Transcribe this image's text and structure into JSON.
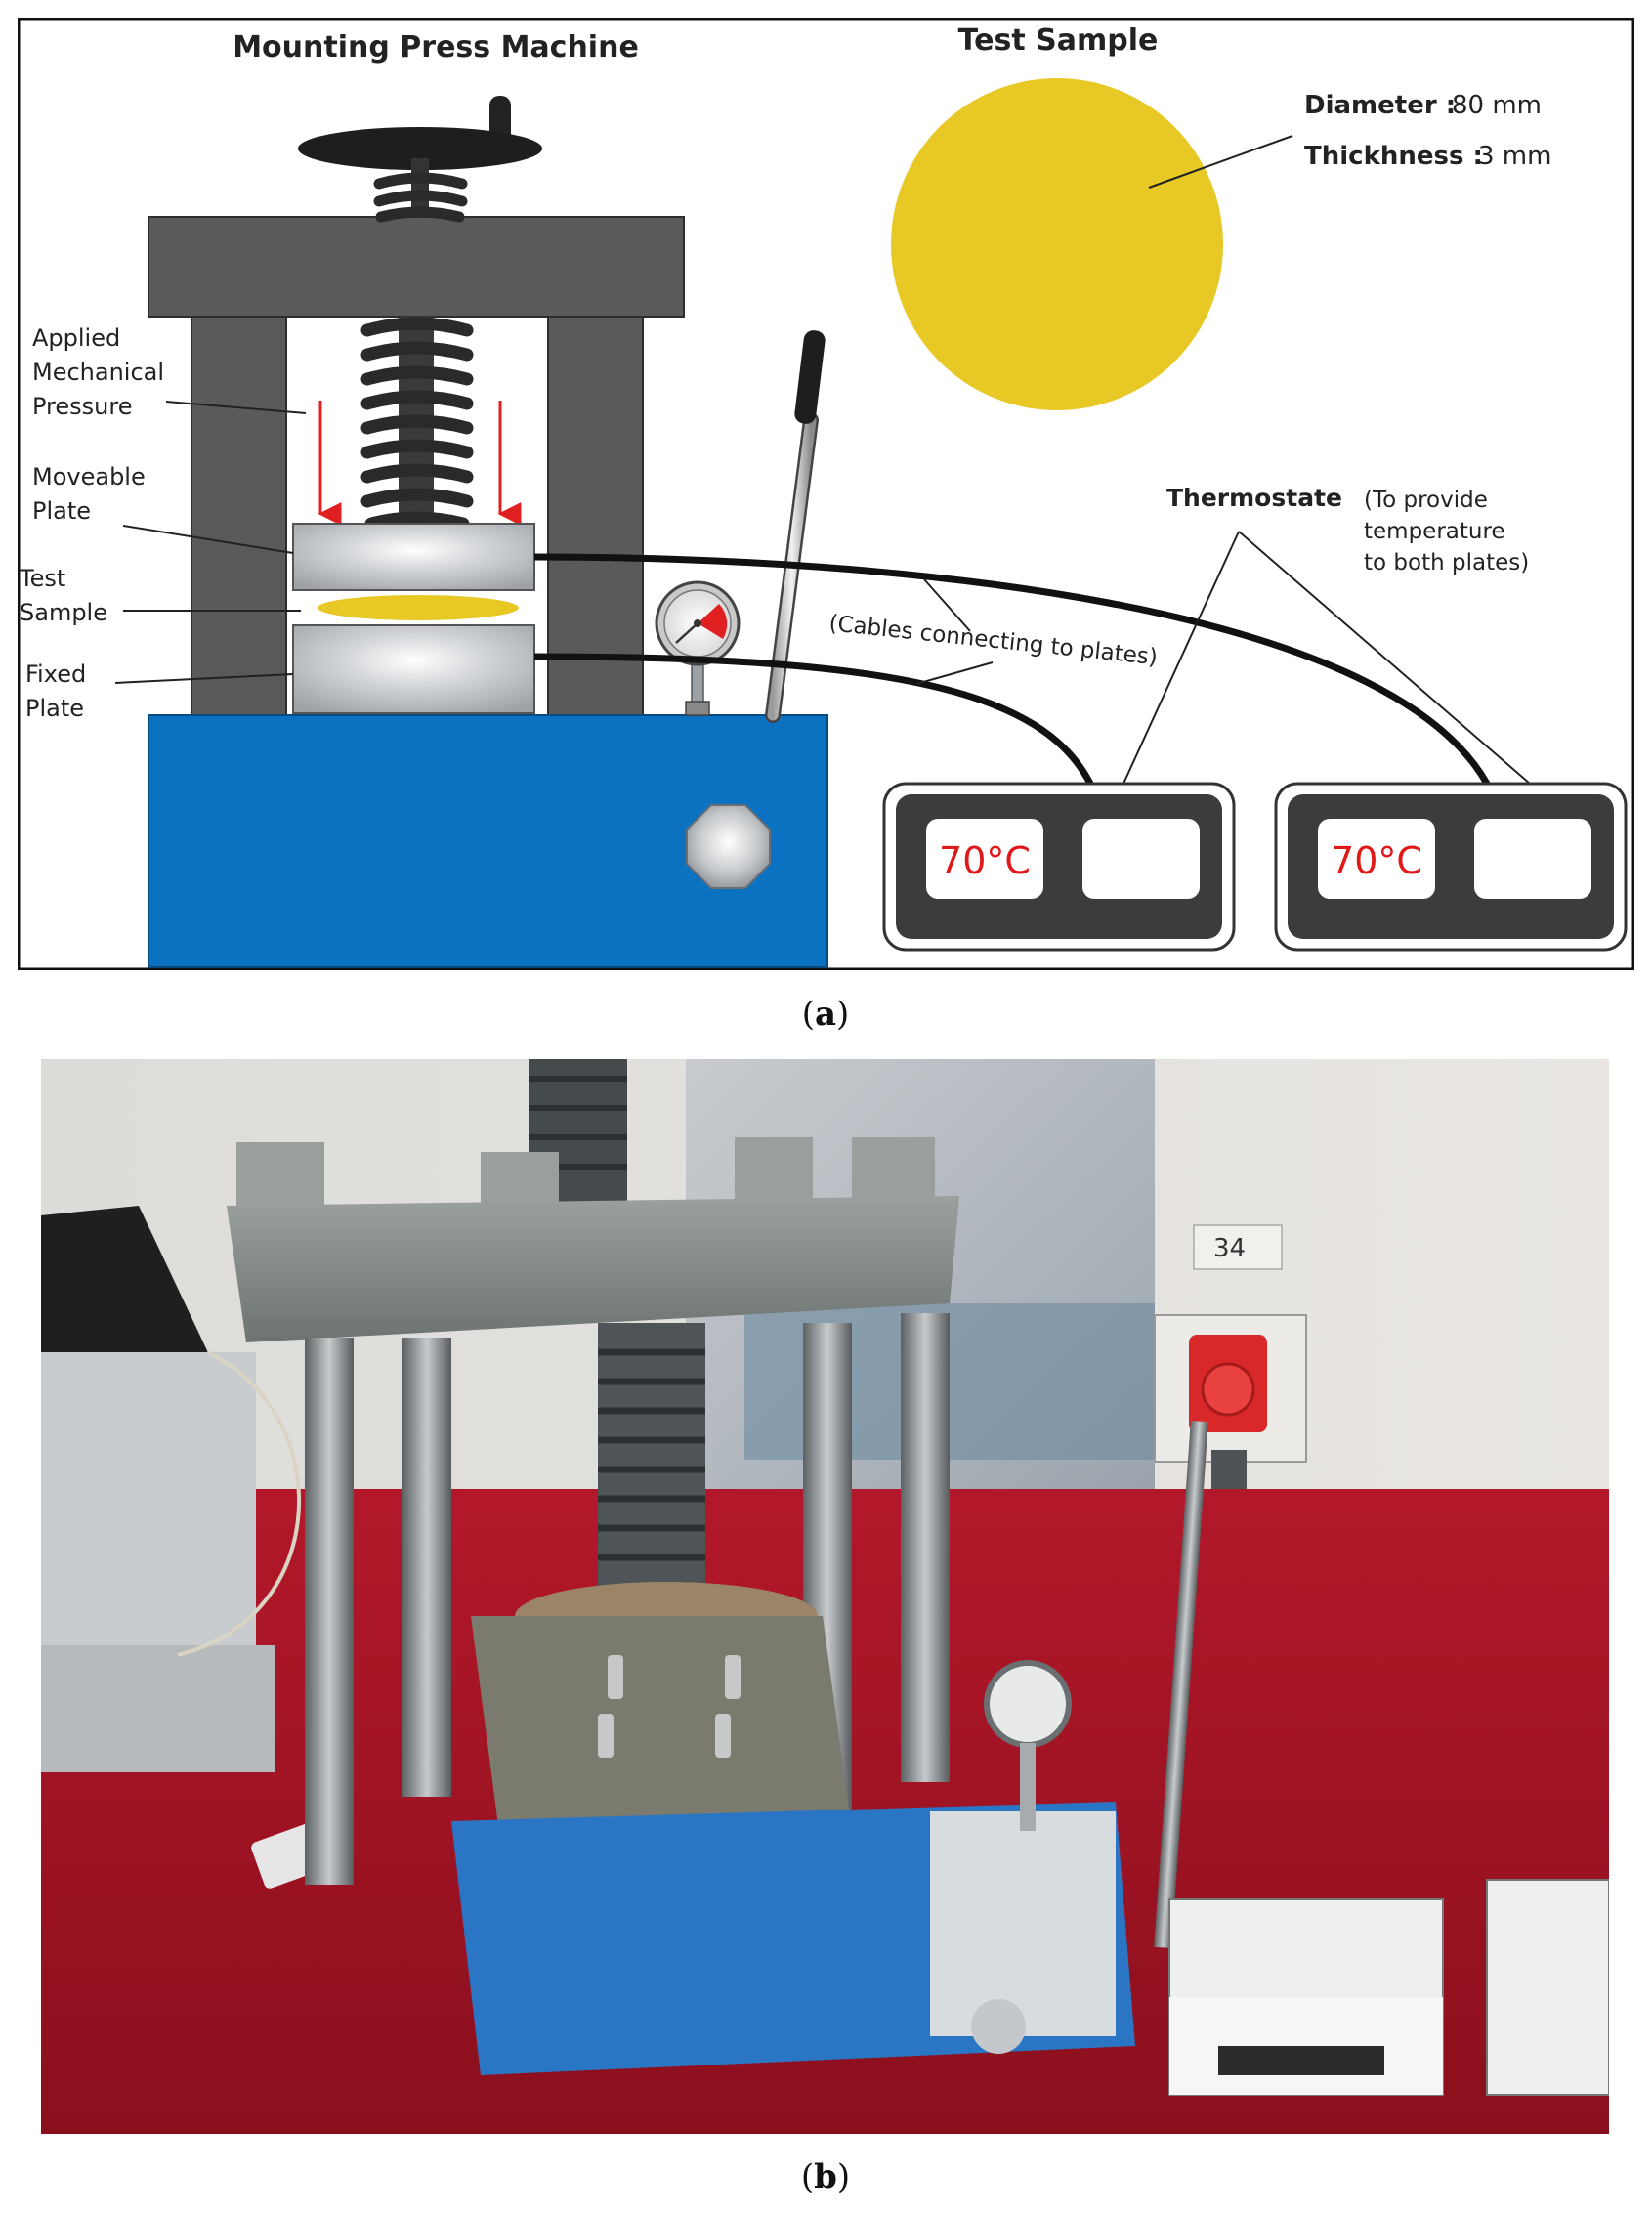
{
  "panel_a": {
    "title_machine": "Mounting Press Machine",
    "title_sample": "Test Sample",
    "diameter_label": "Diameter :",
    "diameter_value": "80 mm",
    "thickness_label": "Thickhness :",
    "thickness_value": "3 mm",
    "applied_pressure": [
      "Applied",
      "Mechanical",
      "Pressure"
    ],
    "moveable_plate": [
      "Moveable",
      "Plate"
    ],
    "test_sample": [
      "Test",
      "Sample"
    ],
    "fixed_plate": [
      "Fixed",
      "Plate"
    ],
    "thermostate": "Thermostate",
    "thermostate_note": [
      "(To provide",
      "temperature",
      "to both plates)"
    ],
    "cables_note": "(Cables connecting to plates)",
    "display_left": "70°C",
    "display_right": "70°C",
    "colors": {
      "frame_gray": "#595959",
      "base_blue": "#0a72c0",
      "sample_yellow": "#e8c825",
      "arrow_red": "#e02020",
      "panel_dark": "#3c3c3c",
      "display_text_red": "#e01818"
    }
  },
  "panel_b": {
    "wall_label": "34"
  },
  "captions": {
    "a": "a",
    "b": "b"
  }
}
